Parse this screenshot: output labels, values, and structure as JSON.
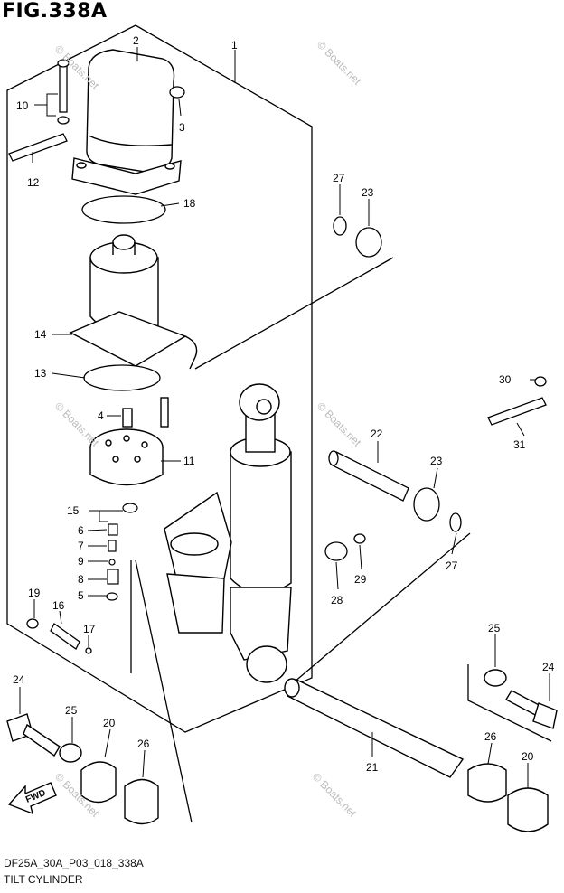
{
  "figure": {
    "title": "FIG.338A",
    "code": "DF25A_30A_P03_018_338A",
    "caption": "TILT CYLINDER",
    "fwd_label": "FWD"
  },
  "watermark": "© Boats.net",
  "callouts": {
    "n1": "1",
    "n2": "2",
    "n3": "3",
    "n4": "4",
    "n5": "5",
    "n6": "6",
    "n7": "7",
    "n8": "8",
    "n9": "9",
    "n10": "10",
    "n11": "11",
    "n12": "12",
    "n13": "13",
    "n14": "14",
    "n15": "15",
    "n16": "16",
    "n17": "17",
    "n18": "18",
    "n19": "19",
    "n20a": "20",
    "n20b": "20",
    "n21": "21",
    "n22": "22",
    "n23a": "23",
    "n23b": "23",
    "n24a": "24",
    "n24b": "24",
    "n25a": "25",
    "n25b": "25",
    "n26a": "26",
    "n26b": "26",
    "n27a": "27",
    "n27b": "27",
    "n28": "28",
    "n29": "29",
    "n30": "30",
    "n31": "31"
  }
}
